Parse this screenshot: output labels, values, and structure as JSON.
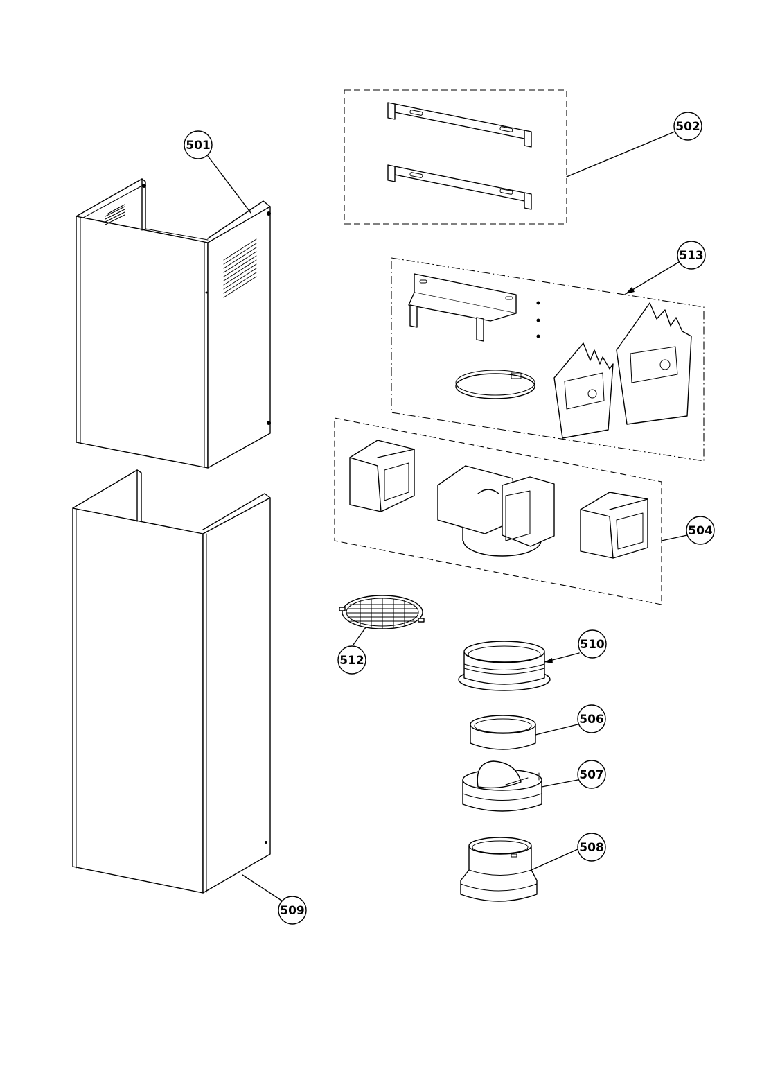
{
  "callouts": {
    "c501": "501",
    "c502": "502",
    "c504": "504",
    "c506": "506",
    "c507": "507",
    "c508": "508",
    "c509": "509",
    "c510": "510",
    "c512": "512",
    "c513": "513"
  },
  "colors": {
    "line": "#000000",
    "background": "#ffffff"
  }
}
